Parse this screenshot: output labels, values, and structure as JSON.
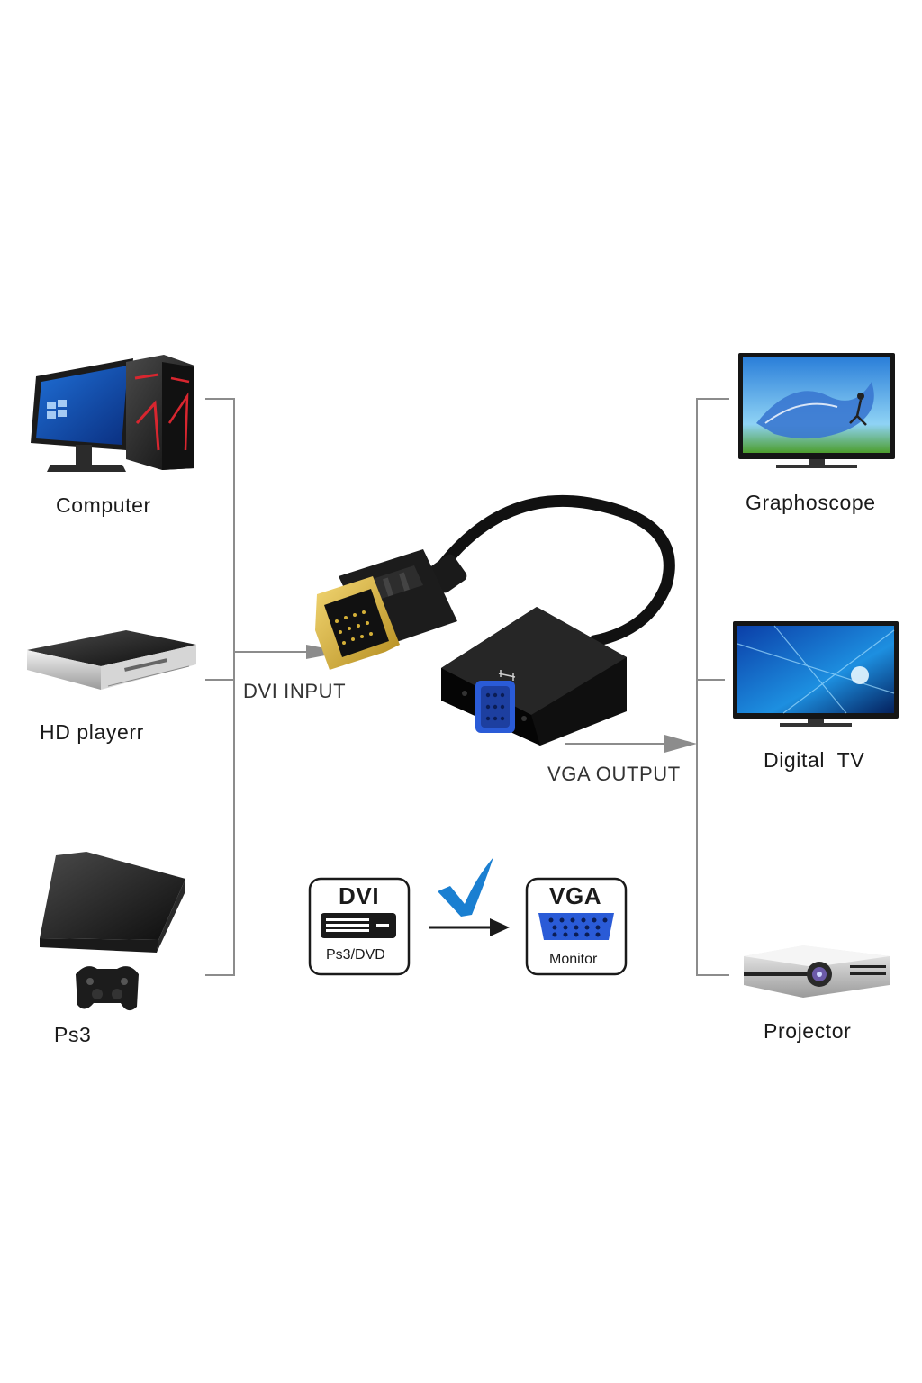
{
  "inputs": {
    "computer": "Computer",
    "hd_player": "HD playerr",
    "ps3": "Ps3"
  },
  "outputs": {
    "graphoscope": "Graphoscope",
    "digital_tv": "Digital  TV",
    "projector": "Projector"
  },
  "adapter": {
    "dvi_input": "DVI INPUT",
    "vga_output": "VGA OUTPUT"
  },
  "legend": {
    "dvi_title": "DVI",
    "dvi_sub": "Ps3/DVD",
    "vga_title": "VGA",
    "vga_sub": "Monitor"
  },
  "colors": {
    "line": "#8c8c8c",
    "check": "#1a7fd1",
    "vga_blue": "#2a5bd7",
    "gold": "#d4af37"
  }
}
